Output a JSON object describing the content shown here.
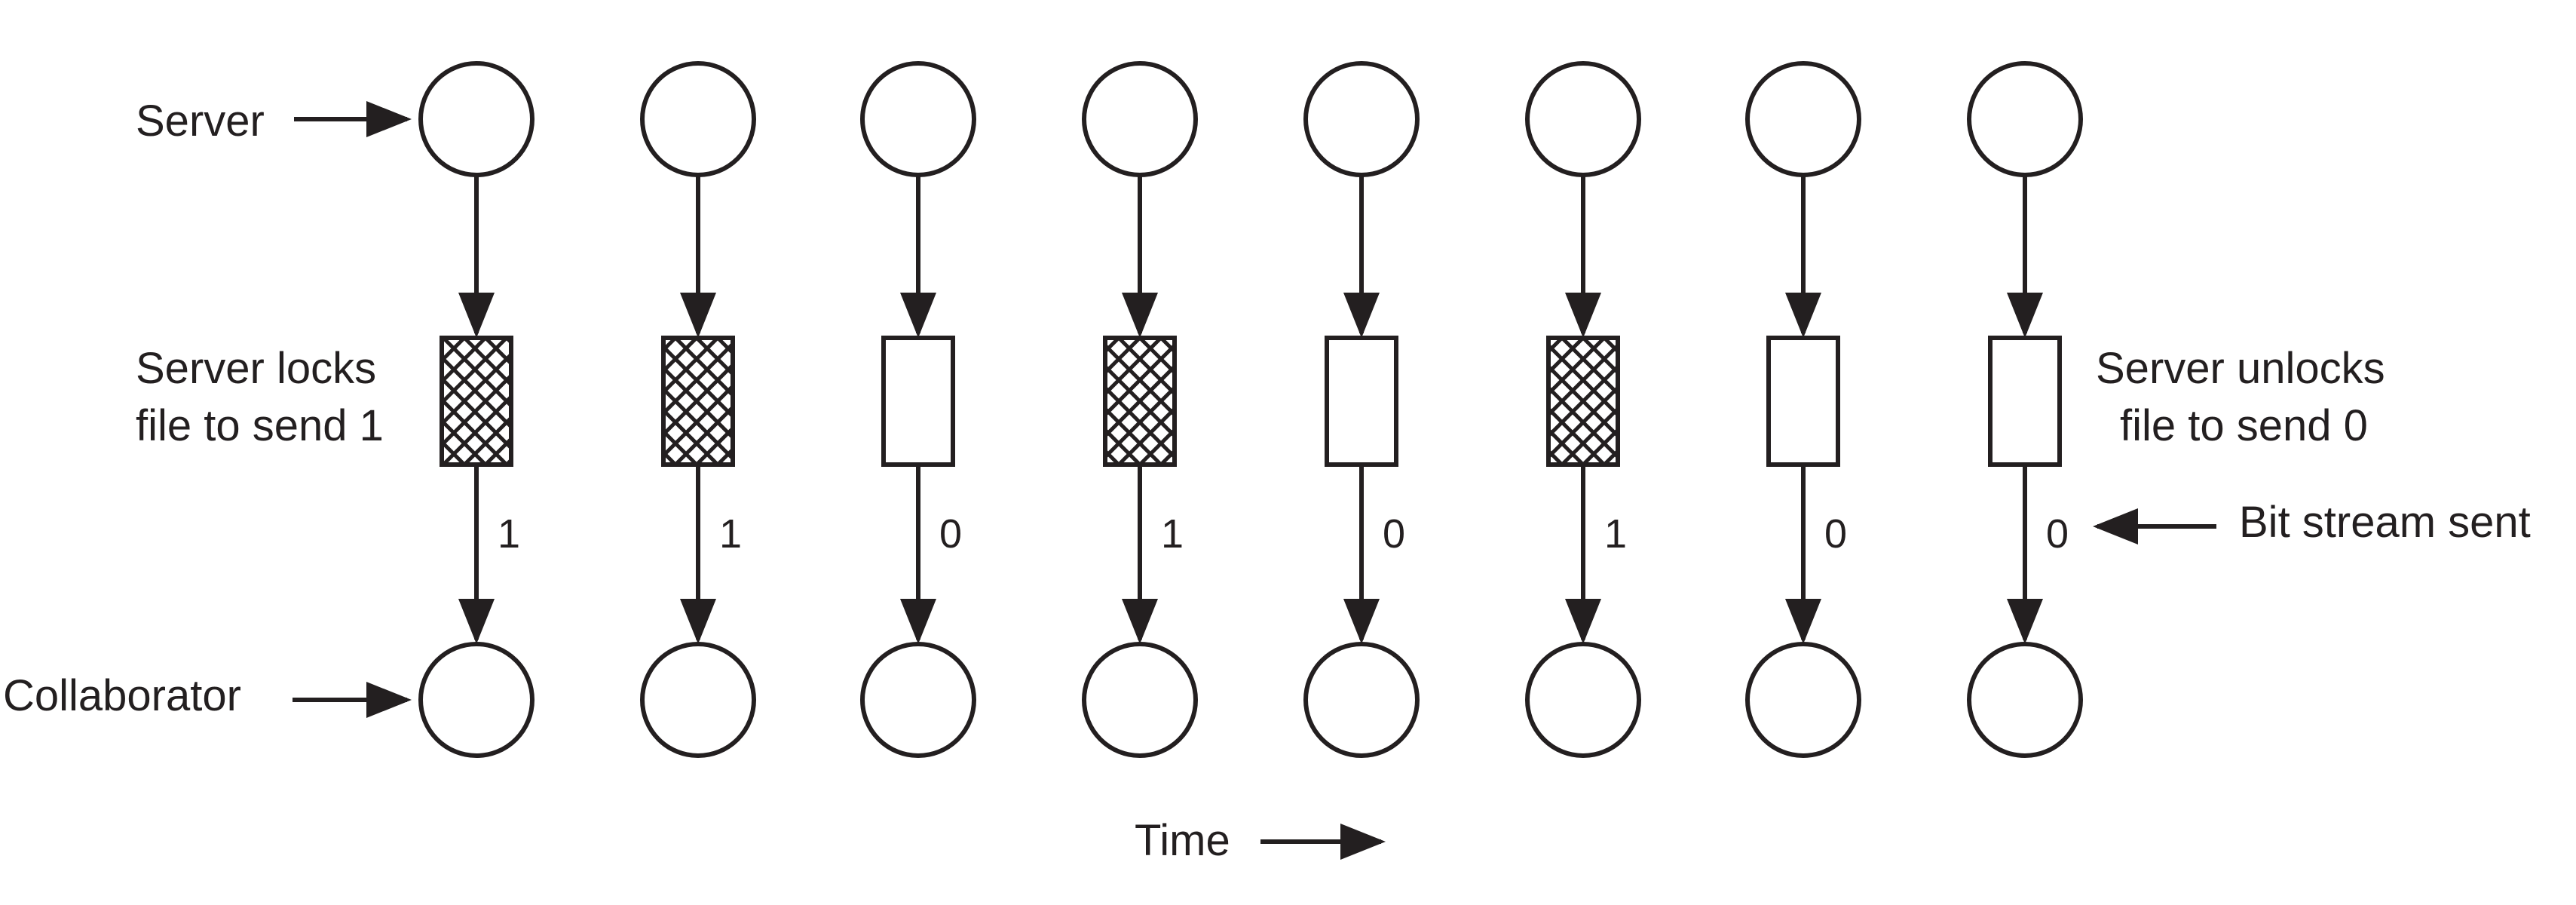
{
  "labels": {
    "server": "Server",
    "collaborator": "Collaborator",
    "locks_line1": "Server locks",
    "locks_line2": "file to send 1",
    "unlocks_line1": "Server unlocks",
    "unlocks_line2": "file to send 0",
    "bit_stream": "Bit stream sent",
    "time": "Time"
  },
  "bits": [
    "1",
    "1",
    "0",
    "1",
    "0",
    "1",
    "0",
    "0"
  ],
  "colors": {
    "ink": "#231f20",
    "background": "#ffffff"
  }
}
